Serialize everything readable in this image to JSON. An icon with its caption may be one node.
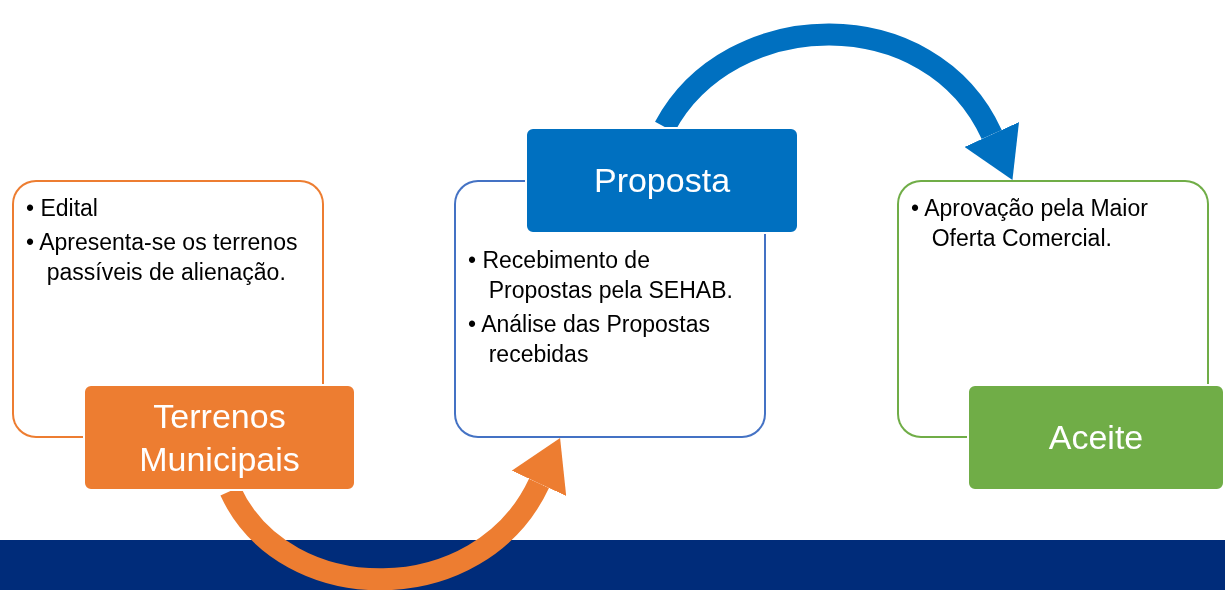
{
  "diagram": {
    "nodes": [
      {
        "text": [
          "• Edital",
          "• Apresenta-se os terrenos passíveis de alienação."
        ]
      },
      {
        "text": [
          "Terrenos Municipais"
        ]
      },
      {
        "text": [
          "Proposta"
        ]
      },
      {
        "text": [
          "• Recebimento de Propostas pela SEHAB.",
          "• Análise das Propostas recebidas"
        ]
      },
      {
        "text": [
          "• Aprovação pela Maior Oferta Comercial."
        ]
      },
      {
        "text": [
          "Aceite"
        ]
      }
    ],
    "edges": [
      {
        "from": 1,
        "to": 3,
        "arrow": "to",
        "color": "#ed7d31"
      },
      {
        "from": 2,
        "to": 4,
        "arrow": "to",
        "color": "#0070c0"
      }
    ]
  }
}
